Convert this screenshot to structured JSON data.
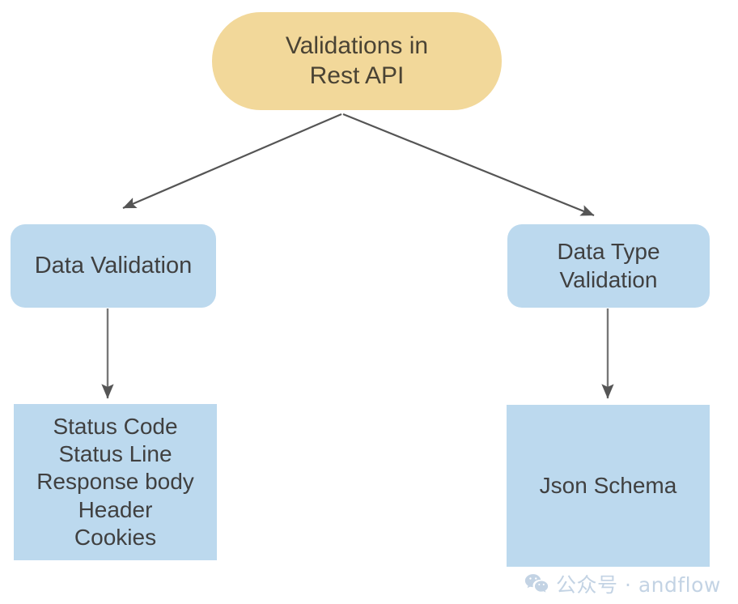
{
  "diagram": {
    "type": "tree",
    "title": "Validations in Rest API",
    "background_color": "#ffffff",
    "node_colors": {
      "root": "#f2d89a",
      "branch": "#bcd9ee",
      "leaf": "#bcd9ee",
      "text": "#404040",
      "edge": "#555555"
    },
    "nodes": [
      {
        "id": "root",
        "label": "Validations in\nRest API",
        "shape": "rounded-pill",
        "color": "#f2d89a"
      },
      {
        "id": "data-validation",
        "label": "Data Validation",
        "shape": "rounded-rect",
        "color": "#bcd9ee"
      },
      {
        "id": "data-type-validation",
        "label": "Data Type\nValidation",
        "shape": "rounded-rect",
        "color": "#bcd9ee"
      },
      {
        "id": "data-validation-items",
        "label": "Status Code\nStatus Line\nResponse body\nHeader\nCookies",
        "shape": "rect",
        "color": "#bcd9ee"
      },
      {
        "id": "json-schema",
        "label": "Json Schema",
        "shape": "rect",
        "color": "#bcd9ee"
      }
    ],
    "edges": [
      {
        "from": "root",
        "to": "data-validation",
        "arrow": "end"
      },
      {
        "from": "root",
        "to": "data-type-validation",
        "arrow": "end"
      },
      {
        "from": "data-validation",
        "to": "data-validation-items",
        "arrow": "end"
      },
      {
        "from": "data-type-validation",
        "to": "json-schema",
        "arrow": "end"
      }
    ]
  },
  "watermark": {
    "icon": "wechat-icon",
    "text": "公众号 · andflow",
    "color": "#c3d3e4"
  }
}
